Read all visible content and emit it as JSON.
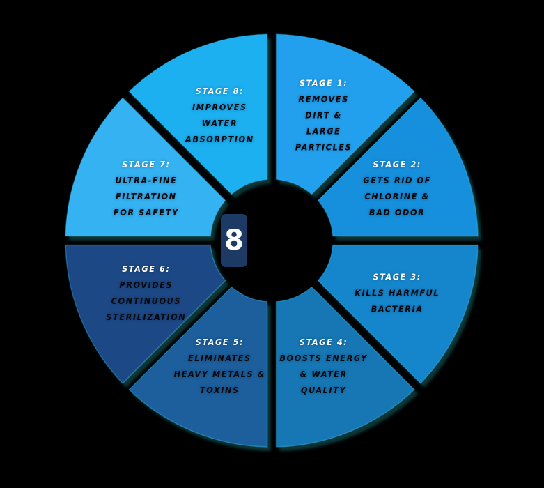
{
  "diagram": {
    "type": "segmented-wheel",
    "center_badge": {
      "value": "8",
      "color": "#1c3a63"
    },
    "segments": [
      {
        "stage": "STAGE 1:",
        "lines": [
          "REMOVES",
          "DIRT &",
          "LARGE",
          "PARTICLES"
        ],
        "color": "#22a0ee"
      },
      {
        "stage": "STAGE 2:",
        "lines": [
          "GETS RID OF",
          "CHLORINE &",
          "BAD ODOR"
        ],
        "color": "#1890dd"
      },
      {
        "stage": "STAGE 3:",
        "lines": [
          "KILLS HARMFUL",
          "BACTERIA"
        ],
        "color": "#1586cc"
      },
      {
        "stage": "STAGE 4:",
        "lines": [
          "BOOSTS ENERGY",
          "& WATER",
          "QUALITY"
        ],
        "color": "#1677b4"
      },
      {
        "stage": "STAGE 5:",
        "lines": [
          "ELIMINATES",
          "HEAVY METALS &",
          "TOXINS"
        ],
        "color": "#1a5f9c"
      },
      {
        "stage": "STAGE 6:",
        "lines": [
          "PROVIDES",
          "CONTINUOUS",
          "STERILIZATION"
        ],
        "color": "#1b4a86"
      },
      {
        "stage": "STAGE 7:",
        "lines": [
          "ULTRA-FINE",
          "FILTRATION",
          "FOR SAFETY"
        ],
        "color": "#36b2f2"
      },
      {
        "stage": "STAGE 8:",
        "lines": [
          "IMPROVES",
          "WATER",
          "ABSORPTION"
        ],
        "color": "#1cb0f0"
      }
    ]
  }
}
